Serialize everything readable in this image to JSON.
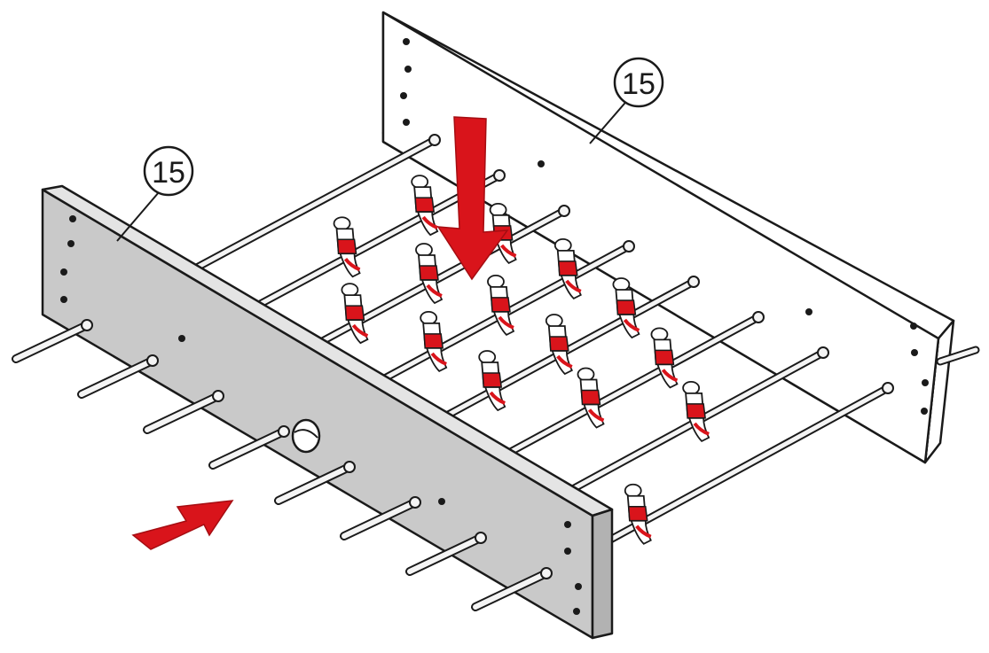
{
  "diagram": {
    "callouts": [
      {
        "label": "15",
        "target": "back-side-panel"
      },
      {
        "label": "15",
        "target": "front-side-panel"
      }
    ],
    "colors": {
      "arrow": "#d9141b",
      "player": "#d9141b",
      "front_panel": "#c9c9c9",
      "back_panel": "#ffffff",
      "outline": "#1a1a1a"
    },
    "arrows": [
      {
        "name": "down-arrow",
        "direction": "down"
      },
      {
        "name": "right-arrow",
        "direction": "right"
      }
    ],
    "rod_count": 8
  }
}
